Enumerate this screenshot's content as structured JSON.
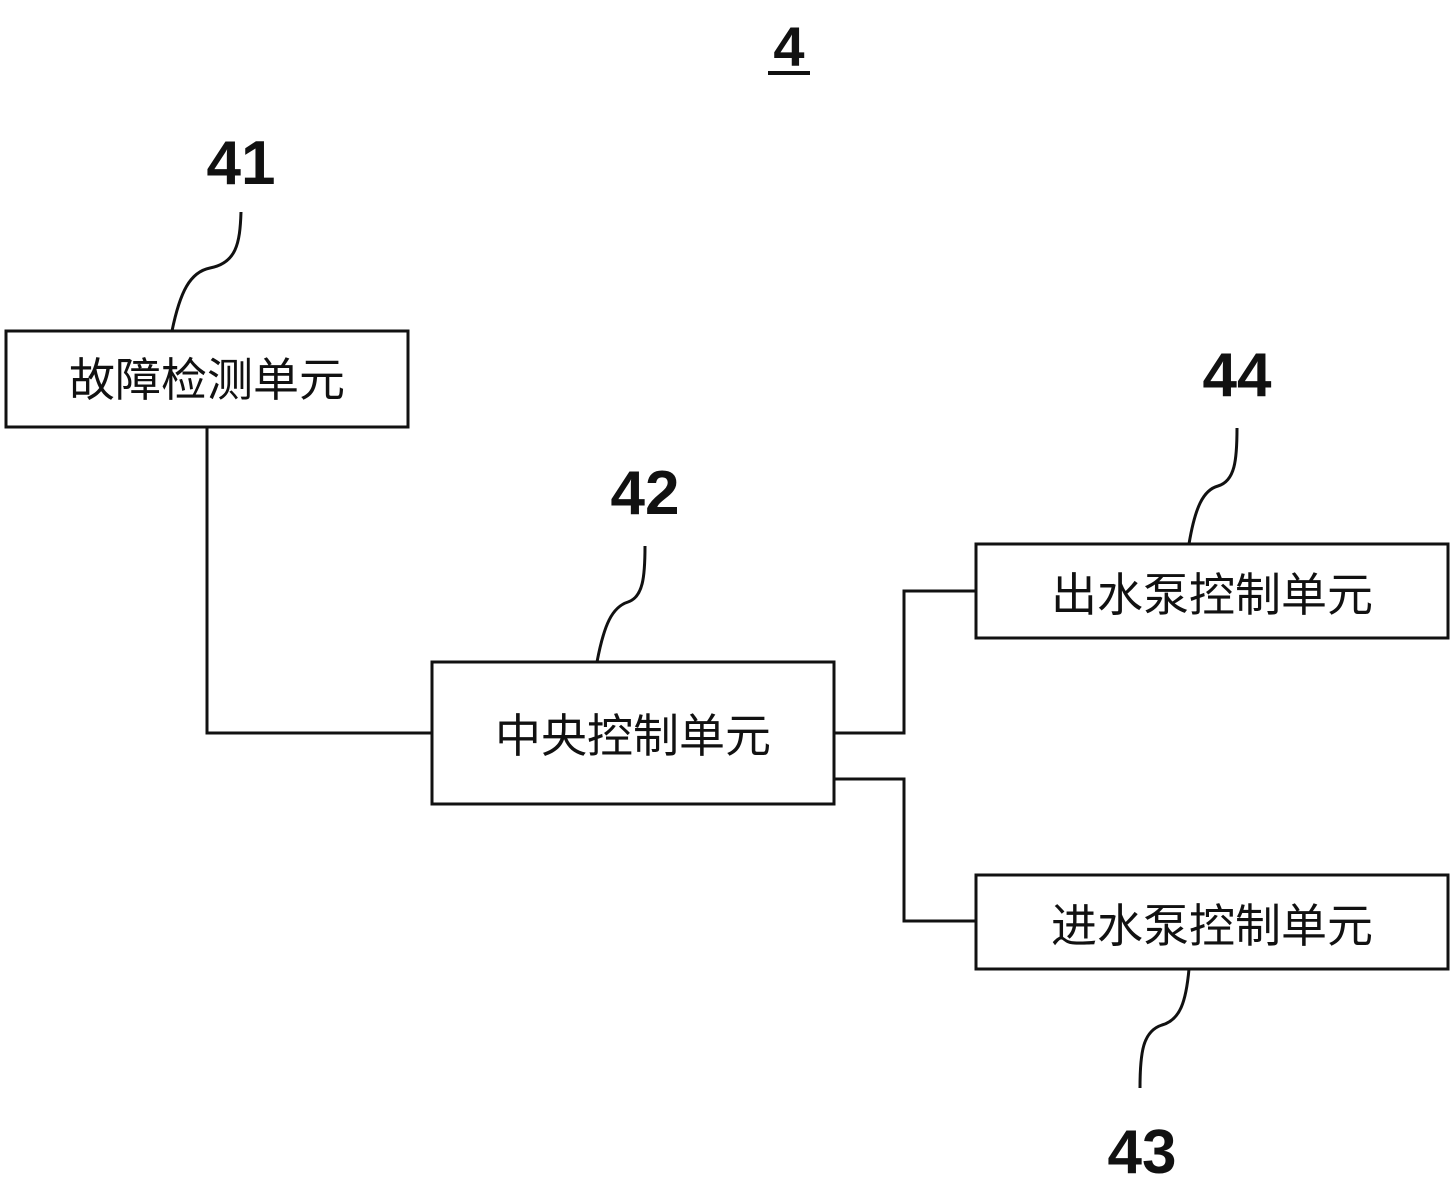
{
  "figure": {
    "title": "4"
  },
  "units": [
    {
      "id": "u41",
      "ref": "41",
      "label": "故障检测单元"
    },
    {
      "id": "u42",
      "ref": "42",
      "label": "中央控制单元"
    },
    {
      "id": "u44",
      "ref": "44",
      "label": "出水泵控制单元"
    },
    {
      "id": "u43",
      "ref": "43",
      "label": "进水泵控制单元"
    }
  ],
  "connections": [
    {
      "from": "u41",
      "to": "u42"
    },
    {
      "from": "u42",
      "to": "u44"
    },
    {
      "from": "u42",
      "to": "u43"
    }
  ]
}
